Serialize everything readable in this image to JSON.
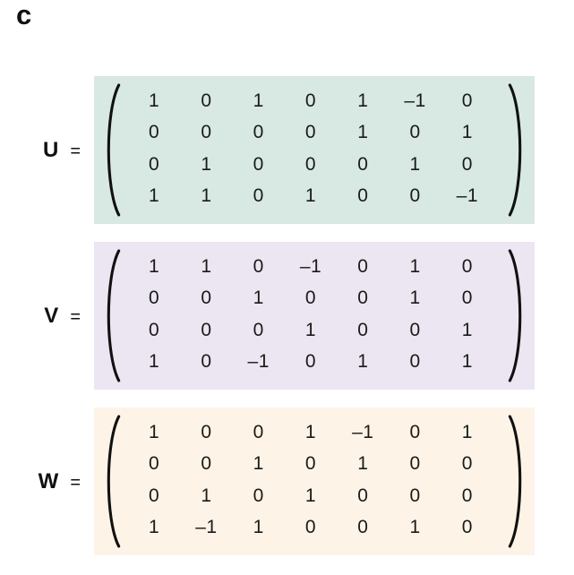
{
  "panel_label": "c",
  "equals_sign": "=",
  "colors": {
    "page_background": "#ffffff",
    "text": "#111111",
    "parenthesis": "#111111",
    "matrix_u_background": "#d8e8e2",
    "matrix_v_background": "#ebe6f2",
    "matrix_w_background": "#fdf4e7"
  },
  "matrices": [
    {
      "name": "U",
      "bg_color": "#d8e8e2",
      "rows": [
        [
          "1",
          "0",
          "1",
          "0",
          "1",
          "–1",
          "0"
        ],
        [
          "0",
          "0",
          "0",
          "0",
          "1",
          "0",
          "1"
        ],
        [
          "0",
          "1",
          "0",
          "0",
          "0",
          "1",
          "0"
        ],
        [
          "1",
          "1",
          "0",
          "1",
          "0",
          "0",
          "–1"
        ]
      ]
    },
    {
      "name": "V",
      "bg_color": "#ebe6f2",
      "rows": [
        [
          "1",
          "1",
          "0",
          "–1",
          "0",
          "1",
          "0"
        ],
        [
          "0",
          "0",
          "1",
          "0",
          "0",
          "1",
          "0"
        ],
        [
          "0",
          "0",
          "0",
          "1",
          "0",
          "0",
          "1"
        ],
        [
          "1",
          "0",
          "–1",
          "0",
          "1",
          "0",
          "1"
        ]
      ]
    },
    {
      "name": "W",
      "bg_color": "#fdf4e7",
      "rows": [
        [
          "1",
          "0",
          "0",
          "1",
          "–1",
          "0",
          "1"
        ],
        [
          "0",
          "0",
          "1",
          "0",
          "1",
          "0",
          "0"
        ],
        [
          "0",
          "1",
          "0",
          "1",
          "0",
          "0",
          "0"
        ],
        [
          "1",
          "–1",
          "1",
          "0",
          "0",
          "1",
          "0"
        ]
      ]
    }
  ]
}
